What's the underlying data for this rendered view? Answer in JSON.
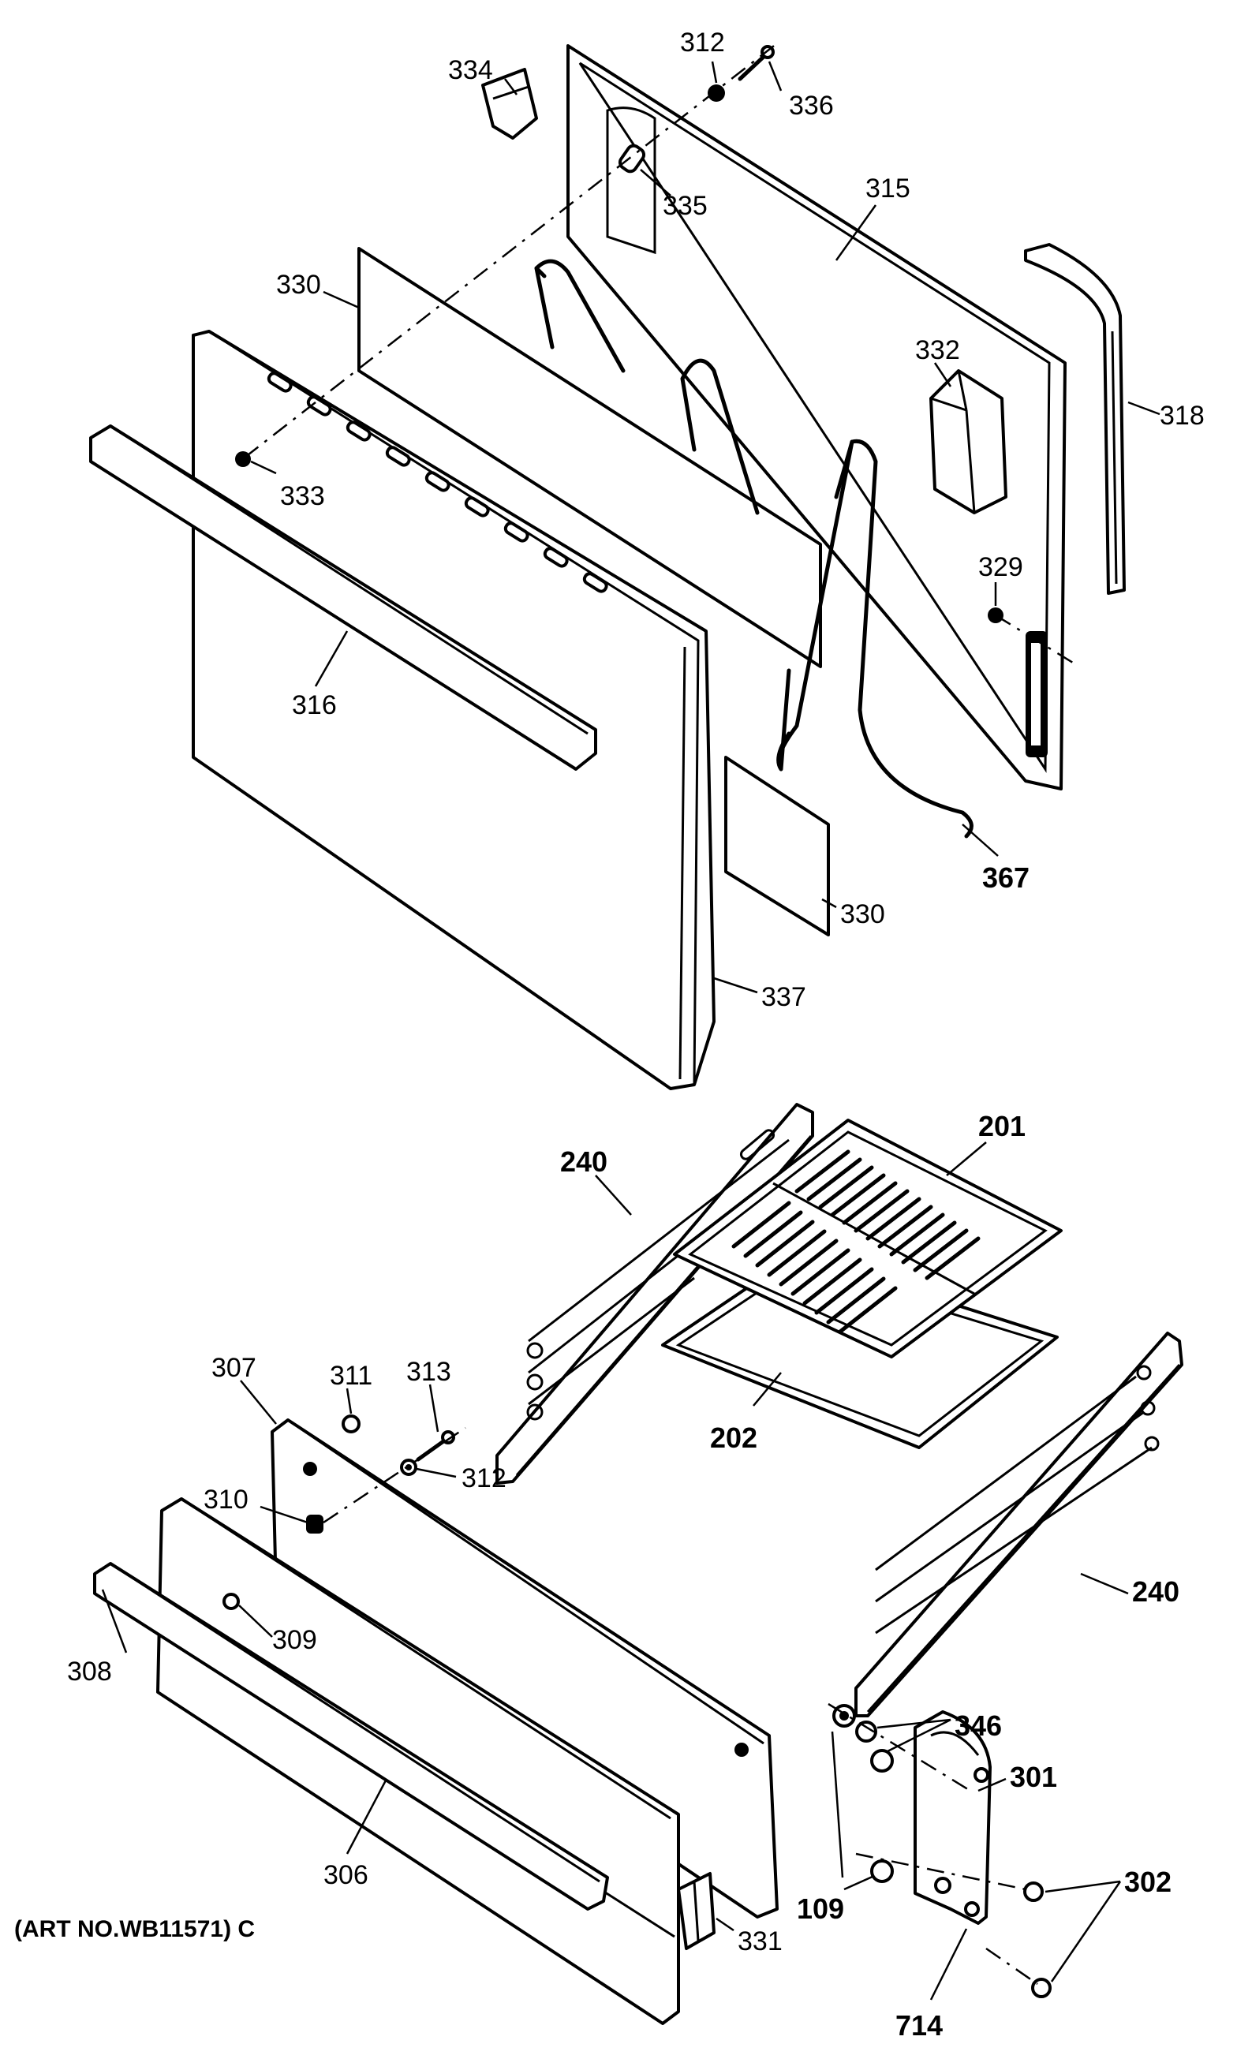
{
  "callouts": {
    "c312a": "312",
    "c336": "336",
    "c334": "334",
    "c335": "335",
    "c315": "315",
    "c330a": "330",
    "c318": "318",
    "c332": "332",
    "c333": "333",
    "c329": "329",
    "c316": "316",
    "c367": "367",
    "c330b": "330",
    "c337": "337",
    "c201": "201",
    "c240a": "240",
    "c202": "202",
    "c307": "307",
    "c311": "311",
    "c313": "313",
    "c312b": "312",
    "c310": "310",
    "c309": "309",
    "c308": "308",
    "c240b": "240",
    "c306": "306",
    "c346": "346",
    "c301": "301",
    "c109": "109",
    "c302": "302",
    "c331": "331",
    "c714": "714"
  },
  "caption": "(ART NO.WB11571) C"
}
